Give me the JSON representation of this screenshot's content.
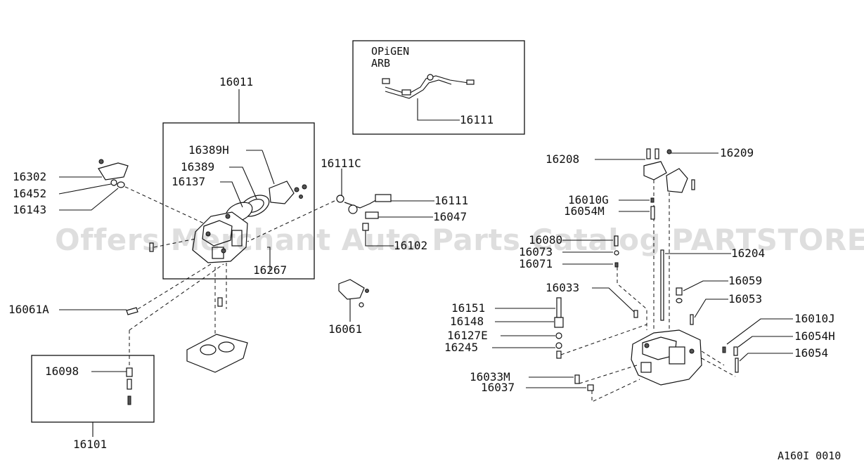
{
  "diagram": {
    "figure_code": "A160I 0010",
    "watermark": "Offers Merchant Auto Parts Catalog PARTSTORE.SA",
    "inset_box": {
      "line1": "OPiGEN",
      "line2": "ARB"
    },
    "labels": {
      "p16011": "16011",
      "p16389H": "16389H",
      "p16389": "16389",
      "p16137": "16137",
      "p16267": "16267",
      "p16302": "16302",
      "p16452": "16452",
      "p16143": "16143",
      "p16111C": "16111C",
      "p16111_main": "16111",
      "p16047": "16047",
      "p16102": "16102",
      "p16061A": "16061A",
      "p16061": "16061",
      "p16098": "16098",
      "p16101": "16101",
      "p16111_inset": "16111",
      "p16208": "16208",
      "p16209": "16209",
      "p16010G": "16010G",
      "p16054M": "16054M",
      "p16080": "16080",
      "p16073": "16073",
      "p16071": "16071",
      "p16204": "16204",
      "p16033": "16033",
      "p16059": "16059",
      "p16053": "16053",
      "p16151": "16151",
      "p16148": "16148",
      "p16127E": "16127E",
      "p16245": "16245",
      "p16010J": "16010J",
      "p16054H": "16054H",
      "p16054": "16054",
      "p16033M": "16033M",
      "p16037": "16037"
    }
  }
}
